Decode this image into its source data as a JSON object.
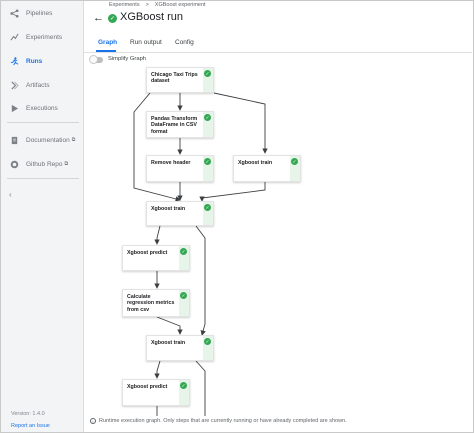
{
  "sidebar": {
    "items": [
      {
        "label": "Pipelines",
        "icon": "pipelines-icon"
      },
      {
        "label": "Experiments",
        "icon": "experiments-icon"
      },
      {
        "label": "Runs",
        "icon": "runs-icon",
        "active": true
      },
      {
        "label": "Artifacts",
        "icon": "artifacts-icon"
      },
      {
        "label": "Executions",
        "icon": "executions-icon"
      }
    ],
    "links": [
      {
        "label": "Documentation",
        "icon": "documentation-icon"
      },
      {
        "label": "Github Repo",
        "icon": "github-icon"
      }
    ],
    "collapse_glyph": "‹",
    "version": "Version: 1.4.0",
    "report_issue": "Report an Issue",
    "ext_glyph": "⧉"
  },
  "header": {
    "breadcrumb": [
      "Experiments",
      ">",
      "XGBoost experiment"
    ],
    "back_glyph": "←",
    "title": "XGBoost run",
    "status_glyph": "✓"
  },
  "tabs": [
    "Graph",
    "Run output",
    "Config"
  ],
  "active_tab": "Graph",
  "simplify_graph": {
    "label": "Simplify Graph",
    "on": false
  },
  "graph": {
    "nodes": [
      {
        "id": "n1",
        "label": "Chicago Taxi Trips dataset",
        "status": "succeeded"
      },
      {
        "id": "n2",
        "label": "Pandas Transform DataFrame in CSV format",
        "status": "succeeded"
      },
      {
        "id": "n3",
        "label": "Remove header",
        "status": "succeeded"
      },
      {
        "id": "n4",
        "label": "Xgboost train",
        "status": "succeeded"
      },
      {
        "id": "n5",
        "label": "Xgboost train",
        "status": "succeeded"
      },
      {
        "id": "n6",
        "label": "Xgboost predict",
        "status": "succeeded"
      },
      {
        "id": "n7",
        "label": "Calculate regression metrics from csv",
        "status": "succeeded"
      },
      {
        "id": "n8",
        "label": "Xgboost train",
        "status": "succeeded"
      },
      {
        "id": "n9",
        "label": "Xgboost predict",
        "status": "succeeded"
      }
    ],
    "check_glyph": "✓"
  },
  "footer_note": "Runtime execution graph. Only steps that are currently running or have already completed are shown.",
  "colors": {
    "accent": "#1a73e8",
    "success": "#34a853",
    "success_bg": "#e6f4ea"
  }
}
